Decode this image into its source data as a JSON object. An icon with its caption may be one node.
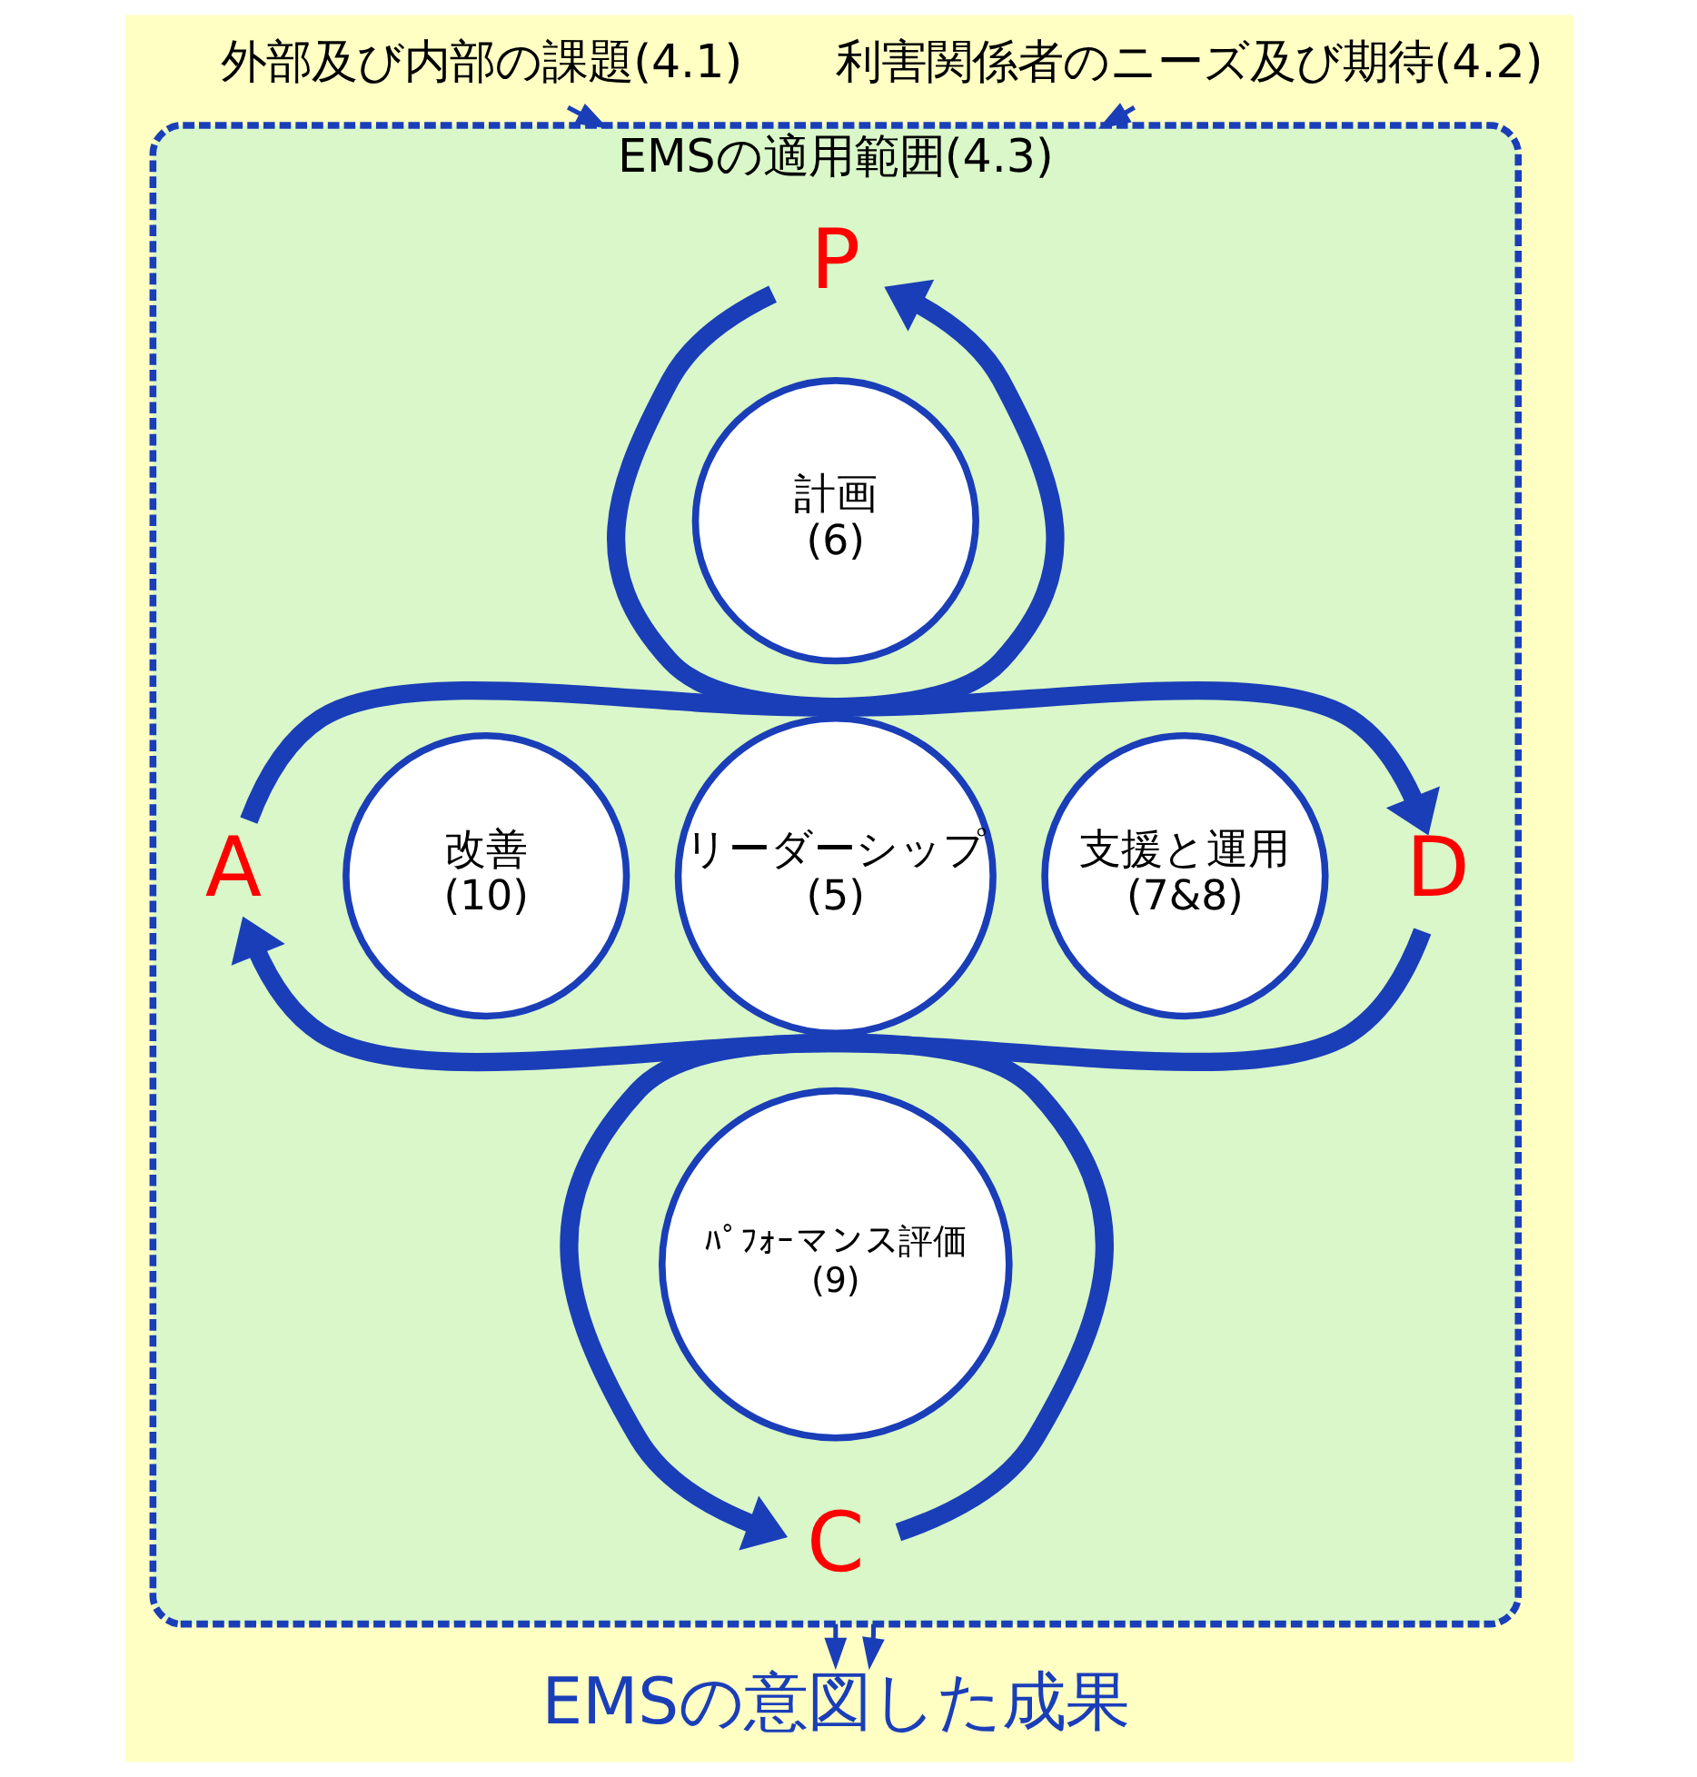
{
  "diagram": {
    "nodes": [
      {
        "text": [
          "EMSの適用範囲(4.3)"
        ]
      },
      {
        "text": [
          "外部及び内部の課題(4.1)"
        ]
      },
      {
        "text": [
          "利害関係者のニーズ及び期待(4.2)"
        ]
      },
      {
        "text": [
          "P"
        ],
        "in": 0
      },
      {
        "text": [
          "D"
        ],
        "in": 0
      },
      {
        "text": [
          "C"
        ],
        "in": 0
      },
      {
        "text": [
          "A"
        ],
        "in": 0
      },
      {
        "text": [
          "リーダーシップ",
          "(5)"
        ],
        "in": 0
      },
      {
        "text": [
          "計画",
          "(6)"
        ],
        "in": 0
      },
      {
        "text": [
          "支援と運用",
          "(7&8)"
        ],
        "in": 0
      },
      {
        "text": [
          "ﾊﾟﾌｫｰマンス評価",
          "(9)"
        ],
        "in": 0
      },
      {
        "text": [
          "改善",
          "(10)"
        ],
        "in": 0
      },
      {
        "text": [
          "EMSの意図した成果"
        ]
      }
    ],
    "edges": [
      {
        "from": 1,
        "to": 0,
        "arrow": "to"
      },
      {
        "from": 2,
        "to": 0,
        "arrow": "to"
      },
      {
        "from": 3,
        "to": 4,
        "arrow": "to",
        "style": "thick"
      },
      {
        "from": 4,
        "to": 5,
        "arrow": "to",
        "style": "thick"
      },
      {
        "from": 5,
        "to": 6,
        "arrow": "to",
        "style": "thick"
      },
      {
        "from": 6,
        "to": 3,
        "arrow": "to",
        "style": "thick"
      },
      {
        "from": 0,
        "to": 12,
        "arrow": "to"
      },
      {
        "from": 0,
        "to": 12,
        "arrow": "to"
      }
    ]
  }
}
